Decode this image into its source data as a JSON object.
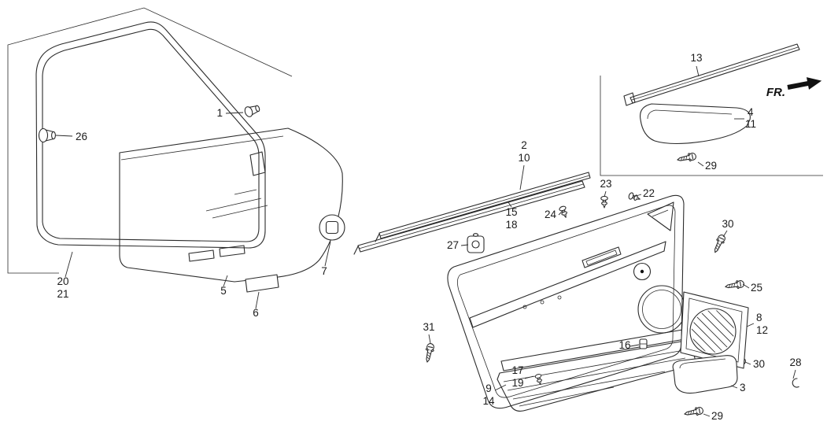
{
  "callouts": {
    "1": "1",
    "2": "2",
    "3": "3",
    "4": "4",
    "5": "5",
    "6": "6",
    "7": "7",
    "8": "8",
    "9": "9",
    "10": "10",
    "11": "11",
    "12": "12",
    "13": "13",
    "14": "14",
    "15": "15",
    "16": "16",
    "17": "17",
    "18": "18",
    "19": "19",
    "20": "20",
    "21": "21",
    "22": "22",
    "23": "23",
    "24": "24",
    "25": "25",
    "26": "26",
    "27": "27",
    "28": "28",
    "29": "29",
    "30": "30",
    "31": "31"
  },
  "direction_label": "FR."
}
